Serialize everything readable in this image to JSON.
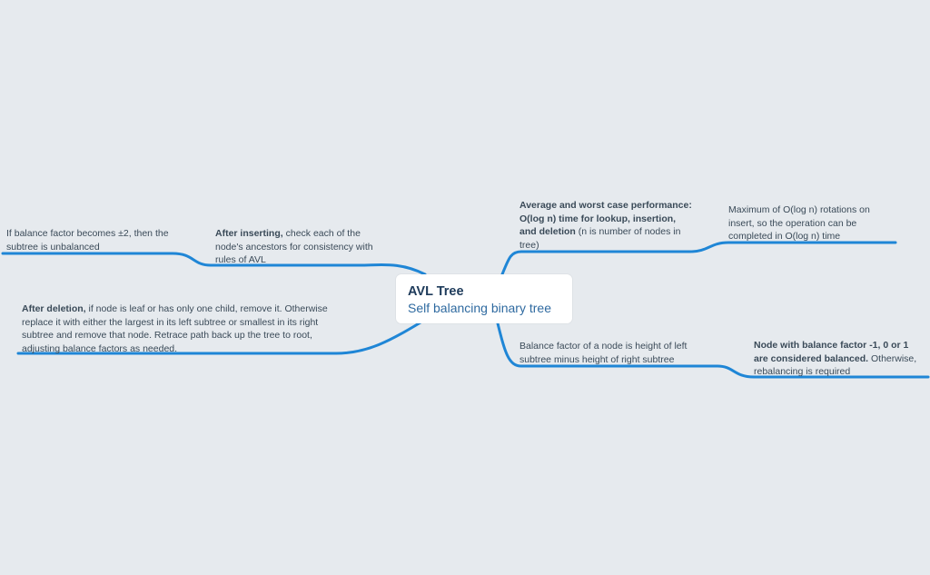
{
  "root": {
    "title": "AVL Tree",
    "subtitle": "Self balancing binary tree"
  },
  "branch_color": "#1f86d6",
  "branches": {
    "after_inserting": {
      "bold": "After inserting,",
      "text": " check each of the node's ancestors for consistency with rules of AVL",
      "child": {
        "text": "If balance factor becomes ±2, then the subtree is unbalanced"
      }
    },
    "after_deletion": {
      "bold": "After deletion,",
      "text": " if node is leaf or has only one child, remove it. Otherwise replace it with either the largest in its left subtree or smallest in its right subtree and remove that node. Retrace path back up the tree to root, adjusting balance factors as needed."
    },
    "performance": {
      "bold": "Average and worst case performance: O(log n) time for lookup, insertion, and deletion",
      "text": " (n is number of nodes in tree)",
      "child": {
        "text": "Maximum of O(log n) rotations on insert, so the operation can be completed in O(log n) time"
      }
    },
    "balance_factor": {
      "text": "Balance factor of a node is height of left subtree minus height of right subtree",
      "child": {
        "bold": "Node with balance factor -1, 0 or 1 are considered balanced.",
        "text": " Otherwise, rebalancing is required"
      }
    }
  }
}
